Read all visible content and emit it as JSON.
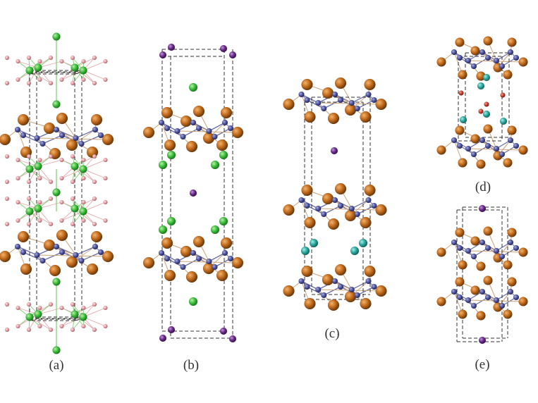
{
  "figure": {
    "panels": [
      {
        "id": "a",
        "caption": "(a)"
      },
      {
        "id": "b",
        "caption": "(b)"
      },
      {
        "id": "c",
        "caption": "(c)"
      },
      {
        "id": "d",
        "caption": "(d)"
      },
      {
        "id": "e",
        "caption": "(e)"
      }
    ],
    "atom_colors": {
      "green": "#3bbf3b",
      "pink": "#e9a0a6",
      "orange": "#c06a1c",
      "slate_blue": "#4f55a0",
      "purple": "#6a2a8a",
      "teal": "#2aa8a0",
      "red": "#c8402e"
    },
    "bond_colors": {
      "green_bond": "#7ccf6e",
      "pink_bond": "#e4a8ac",
      "slate_bond": "#6a6ea8",
      "cell_edge": "#333333"
    }
  }
}
